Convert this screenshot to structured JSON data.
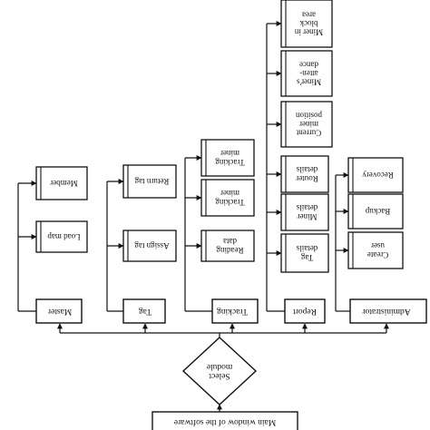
{
  "diagram": {
    "main_window": "Main window of the software",
    "decision": [
      "Select",
      "module"
    ],
    "modules": [
      {
        "label": "Master",
        "items": [
          [
            "Load map"
          ],
          [
            "Member"
          ]
        ]
      },
      {
        "label": "Tag",
        "items": [
          [
            "Assign tag"
          ],
          [
            "Return tag"
          ]
        ]
      },
      {
        "label": "Tracking",
        "items": [
          [
            "Reading",
            "data"
          ],
          [
            "Tracking",
            "miner"
          ],
          [
            "Tracking",
            "miner"
          ]
        ]
      },
      {
        "label": "Report",
        "items": [
          [
            "Tag",
            "details"
          ],
          [
            "Miner",
            "details"
          ],
          [
            "Router",
            "details"
          ],
          [
            "Current",
            "miner",
            "position"
          ],
          [
            "Miner's",
            "atten-",
            "dance"
          ],
          [
            "Miner in",
            "block",
            "area"
          ]
        ]
      },
      {
        "label": "Administrator",
        "items": [
          [
            "Create",
            "user"
          ],
          [
            "Backup"
          ],
          [
            "Recovery"
          ]
        ]
      }
    ]
  }
}
